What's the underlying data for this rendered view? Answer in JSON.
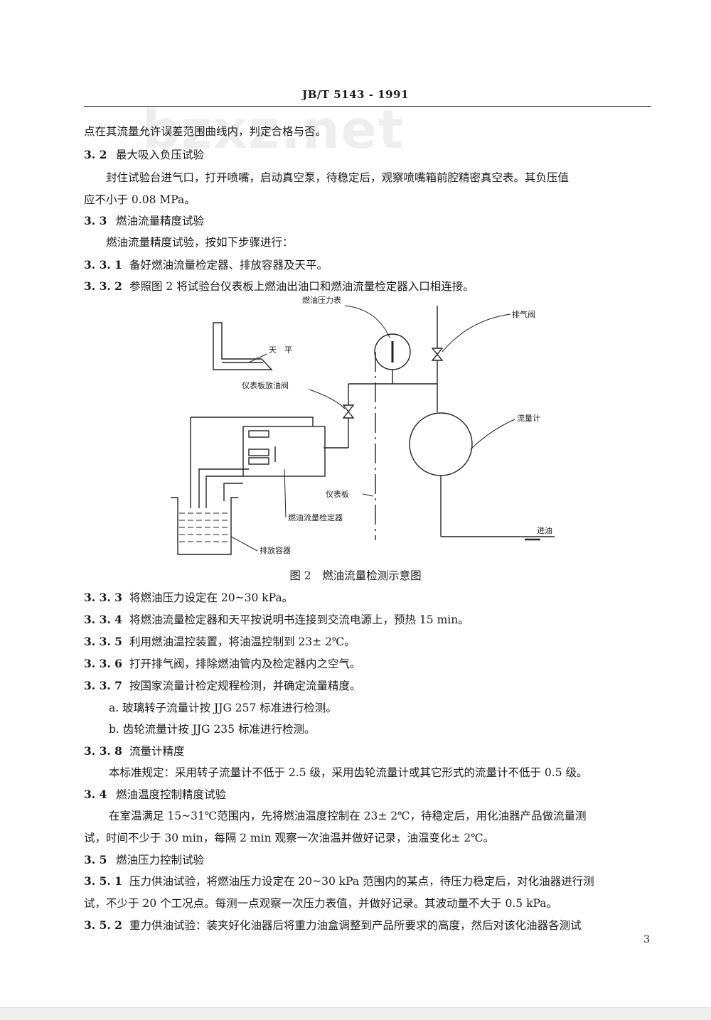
{
  "header": "JB/T  5143 - 1991",
  "watermark": "bzxz.net",
  "lines": [
    {
      "num": "",
      "text": "点在其流量允许误差范围曲线内，判定合格与否。"
    },
    {
      "num": "3. 2",
      "text": "最大吸入负压试验"
    },
    {
      "num": "",
      "text": "封住试验台进气口，打开喷嘴，启动真空泵，待稳定后，观察喷嘴箱前腔精密真空表。其负压值"
    },
    {
      "num": "",
      "text": "应不小于 0.08 MPa。"
    },
    {
      "num": "3. 3",
      "text": "燃油流量精度试验"
    },
    {
      "num": "",
      "text": "燃油流量精度试验，按如下步骤进行："
    },
    {
      "num": "3. 3. 1",
      "text": "备好燃油流量检定器、排放容器及天平。"
    },
    {
      "num": "3. 3. 2",
      "text": "参照图 2 将试验台仪表板上燃油出油口和燃油流量检定器入口相连接。"
    }
  ],
  "figure": {
    "labels": {
      "pressure_gauge": "燃油压力表",
      "vent_valve": "排气阀",
      "balance": "天　平",
      "panel_drain_valve": "仪表板放油阀",
      "flowmeter": "流量计",
      "panel": "仪表板",
      "flow_calibrator": "燃油流量检定器",
      "oil_inlet": "进油",
      "drain_container": "排放容器"
    },
    "caption": "图 2　燃油流量检测示意图"
  },
  "lines2": [
    {
      "num": "3. 3. 3",
      "text": "将燃油压力设定在 20~30 kPa。"
    },
    {
      "num": "3. 3. 4",
      "text": "将燃油流量检定器和天平按说明书连接到交流电源上，预热 15 min。"
    },
    {
      "num": "3. 3. 5",
      "text": "利用燃油温控装置，将油温控制到 23± 2℃。"
    },
    {
      "num": "3. 3. 6",
      "text": "打开排气阀，排除燃油管内及检定器内之空气。"
    },
    {
      "num": "3. 3. 7",
      "text": "按国家流量计检定规程检测，并确定流量精度。"
    },
    {
      "num": "",
      "text": "a. 玻璃转子流量计按 JJG  257 标准进行检测。"
    },
    {
      "num": "",
      "text": "b. 齿轮流量计按 JJG  235 标准进行检测。"
    },
    {
      "num": "3. 3. 8",
      "text": "流量计精度"
    },
    {
      "num": "",
      "text": "本标准规定：采用转子流量计不低于 2.5 级，采用齿轮流量计或其它形式的流量计不低于 0.5 级。"
    },
    {
      "num": "3. 4",
      "text": "燃油温度控制精度试验"
    },
    {
      "num": "",
      "text": "在室温满足  15~31℃范围内，先将燃油温度控制在  23± 2℃，待稳定后，用化油器产品做流量测"
    },
    {
      "num": "",
      "text": "试，时间不少于 30 min，每隔 2 min 观察一次油温并做好记录，油温变化± 2℃。"
    },
    {
      "num": "3. 5",
      "text": "燃油压力控制试验"
    },
    {
      "num": "3. 5. 1",
      "text": "压力供油试验，将燃油压力设定在 20~30  kPa 范围内的某点，待压力稳定后，对化油器进行测"
    },
    {
      "num": "",
      "text": "试，不少于 20 个工况点。每测一点观察一次压力表值，并做好记录。其波动量不大于 0.5 kPa。"
    },
    {
      "num": "3. 5. 2",
      "text": "重力供油试验：装夹好化油器后将重力油盒调整到产品所要求的高度，然后对该化油器各测试"
    }
  ],
  "page_number": "3"
}
